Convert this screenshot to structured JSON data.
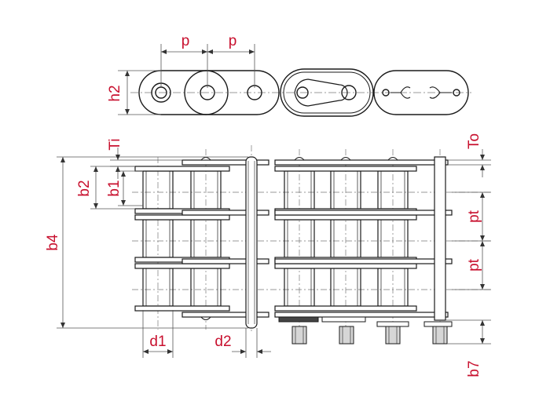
{
  "colors": {
    "outline": "#1a1a1a",
    "dimension": "#555555",
    "label": "#c8102e",
    "centerline": "#777777",
    "pin_fill": "#d6d6d6"
  },
  "labels": {
    "p_left": "p",
    "p_right": "p",
    "h2": "h2",
    "ti": "Ti",
    "to": "To",
    "b1": "b1",
    "b2": "b2",
    "b4": "b4",
    "pt_upper": "pt",
    "pt_lower": "pt",
    "d1": "d1",
    "d2": "d2",
    "b7": "b7"
  }
}
